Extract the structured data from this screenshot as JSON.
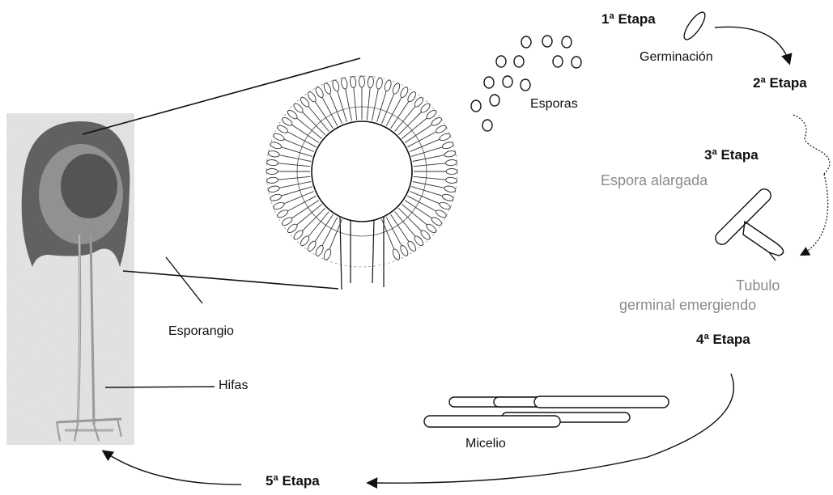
{
  "labels": {
    "stage1": "1ª Etapa",
    "germination": "Germinación",
    "stage2": "2ª Etapa",
    "spores": "Esporas",
    "stage3": "3ª Etapa",
    "elongated_spore": "Espora alargada",
    "tube_line1": "Tubulo",
    "tube_line2": "germinal emergiendo",
    "stage4": "4ª Etapa",
    "sporangium": "Esporangio",
    "hyphae": "Hifas",
    "mycelium": "Micelio",
    "stage5": "5ª Etapa"
  },
  "colors": {
    "ink": "#111111",
    "gray_text": "#8a8a8a",
    "photo_dark": "#555555",
    "photo_mid": "#8c8c8c",
    "photo_bg": "#e6e6e6"
  }
}
